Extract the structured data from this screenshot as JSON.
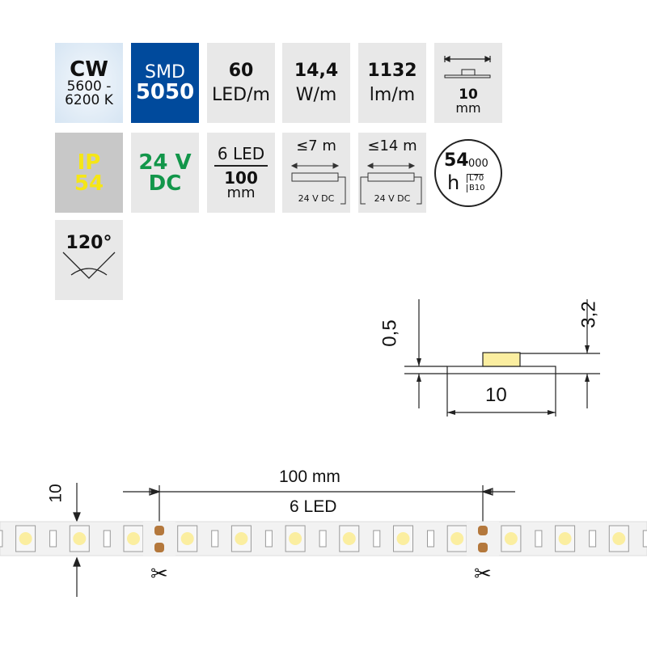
{
  "tiles": {
    "color": {
      "code": "CW",
      "range1": "5600 -",
      "range2": "6200 K"
    },
    "chip": {
      "line1": "SMD",
      "line2": "5050"
    },
    "density": {
      "value": "60",
      "unit": "LED/m"
    },
    "power": {
      "value": "14,4",
      "unit": "W/m"
    },
    "flux": {
      "value": "1132",
      "unit": "lm/m"
    },
    "width": {
      "value": "10",
      "unit": "mm"
    },
    "ip": {
      "line1": "IP",
      "line2": "54"
    },
    "voltage": {
      "line1": "24 V",
      "line2": "DC"
    },
    "segment": {
      "count": "6 LED",
      "length": "100",
      "unit": "mm"
    },
    "single_feed": {
      "max": "≤7 m",
      "supply": "24 V DC"
    },
    "double_feed": {
      "max": "≤14 m",
      "supply": "24 V DC"
    },
    "lifetime": {
      "value": "54",
      "suffix": "000",
      "unit": "h",
      "l": "L70",
      "b": "B10"
    },
    "angle": {
      "value": "120°"
    }
  },
  "profile": {
    "thickness": "0,5",
    "height": "3,2",
    "width": "10"
  },
  "strip": {
    "segment_length": "100 mm",
    "segment_leds": "6 LED",
    "width": "10"
  },
  "colors": {
    "cw_bg": "#dce9f5",
    "smd_bg": "#004a9c",
    "ip_bg": "#c8c8c8",
    "ip_text": "#f5e616",
    "dc_text": "#12964a",
    "led": "#fbeea0"
  }
}
